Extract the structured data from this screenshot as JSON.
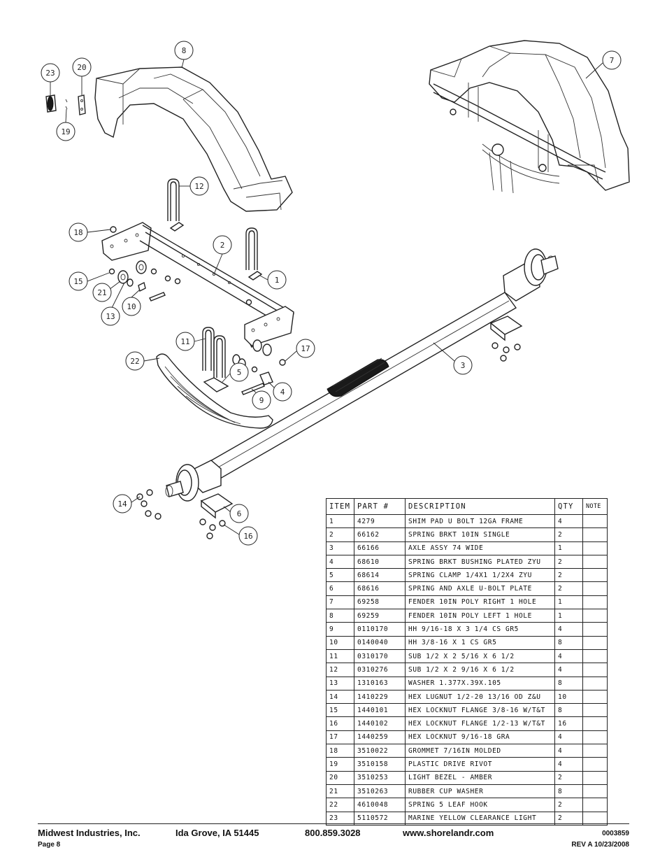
{
  "callouts": [
    {
      "label": "23"
    },
    {
      "label": "20"
    },
    {
      "label": "19"
    },
    {
      "label": "8"
    },
    {
      "label": "7"
    },
    {
      "label": "12"
    },
    {
      "label": "18"
    },
    {
      "label": "2"
    },
    {
      "label": "1"
    },
    {
      "label": "15"
    },
    {
      "label": "21"
    },
    {
      "label": "10"
    },
    {
      "label": "13"
    },
    {
      "label": "11"
    },
    {
      "label": "17"
    },
    {
      "label": "22"
    },
    {
      "label": "5"
    },
    {
      "label": "4"
    },
    {
      "label": "9"
    },
    {
      "label": "3"
    },
    {
      "label": "14"
    },
    {
      "label": "6"
    },
    {
      "label": "16"
    }
  ],
  "table": {
    "headers": {
      "item": "ITEM",
      "part": "PART #",
      "description": "DESCRIPTION",
      "qty": "QTY",
      "note": "NOTE"
    },
    "rows": [
      {
        "item": "1",
        "part": "4279",
        "desc": "SHIM PAD   U BOLT 12GA FRAME",
        "qty": "4",
        "note": ""
      },
      {
        "item": "2",
        "part": "66162",
        "desc": "SPRING BRKT  10IN SINGLE",
        "qty": "2",
        "note": ""
      },
      {
        "item": "3",
        "part": "66166",
        "desc": "AXLE ASSY 74 WIDE",
        "qty": "1",
        "note": ""
      },
      {
        "item": "4",
        "part": "68610",
        "desc": "SPRING BRKT BUSHING PLATED ZYU",
        "qty": "2",
        "note": ""
      },
      {
        "item": "5",
        "part": "68614",
        "desc": "SPRING CLAMP   1/4X1 1/2X4  ZYU",
        "qty": "2",
        "note": ""
      },
      {
        "item": "6",
        "part": "68616",
        "desc": "SPRING AND AXLE U-BOLT PLATE",
        "qty": "2",
        "note": ""
      },
      {
        "item": "7",
        "part": "69258",
        "desc": "FENDER  10IN POLY RIGHT 1 HOLE",
        "qty": "1",
        "note": ""
      },
      {
        "item": "8",
        "part": "69259",
        "desc": "FENDER  10IN POLY LEFT 1 HOLE",
        "qty": "1",
        "note": ""
      },
      {
        "item": "9",
        "part": "0110170",
        "desc": "HH 9/16-18 X 3 1/4 CS GR5",
        "qty": "4",
        "note": ""
      },
      {
        "item": "10",
        "part": "0140040",
        "desc": "HH 3/8-16 X 1 CS GR5",
        "qty": "8",
        "note": ""
      },
      {
        "item": "11",
        "part": "0310170",
        "desc": "SUB 1/2 X 2 5/16 X 6 1/2",
        "qty": "4",
        "note": ""
      },
      {
        "item": "12",
        "part": "0310276",
        "desc": "SUB 1/2 X 2 9/16 X 6 1/2",
        "qty": "4",
        "note": ""
      },
      {
        "item": "13",
        "part": "1310163",
        "desc": "WASHER 1.377X.39X.105",
        "qty": "8",
        "note": ""
      },
      {
        "item": "14",
        "part": "1410229",
        "desc": "HEX LUGNUT 1/2-20 13/16 OD Z&U",
        "qty": "10",
        "note": ""
      },
      {
        "item": "15",
        "part": "1440101",
        "desc": "HEX LOCKNUT FLANGE 3/8-16 W/T&T",
        "qty": "8",
        "note": ""
      },
      {
        "item": "16",
        "part": "1440102",
        "desc": "HEX LOCKNUT FLANGE 1/2-13 W/T&T",
        "qty": "16",
        "note": ""
      },
      {
        "item": "17",
        "part": "1440259",
        "desc": "HEX LOCKNUT 9/16-18 GRA",
        "qty": "4",
        "note": ""
      },
      {
        "item": "18",
        "part": "3510022",
        "desc": "GROMMET  7/16IN MOLDED",
        "qty": "4",
        "note": ""
      },
      {
        "item": "19",
        "part": "3510158",
        "desc": "PLASTIC DRIVE RIVOT",
        "qty": "4",
        "note": ""
      },
      {
        "item": "20",
        "part": "3510253",
        "desc": "LIGHT BEZEL - AMBER",
        "qty": "2",
        "note": ""
      },
      {
        "item": "21",
        "part": "3510263",
        "desc": "RUBBER CUP WASHER",
        "qty": "8",
        "note": ""
      },
      {
        "item": "22",
        "part": "4610048",
        "desc": "SPRING  5 LEAF HOOK",
        "qty": "2",
        "note": ""
      },
      {
        "item": "23",
        "part": "5110572",
        "desc": "MARINE YELLOW CLEARANCE LIGHT",
        "qty": "2",
        "note": ""
      }
    ]
  },
  "footer": {
    "company": "Midwest Industries, Inc.",
    "location": "Ida Grove, IA  51445",
    "phone": "800.859.3028",
    "website": "www.shorelandr.com",
    "doc_number": "0003859",
    "page": "Page 8",
    "revision": "REV A  10/23/2008"
  }
}
